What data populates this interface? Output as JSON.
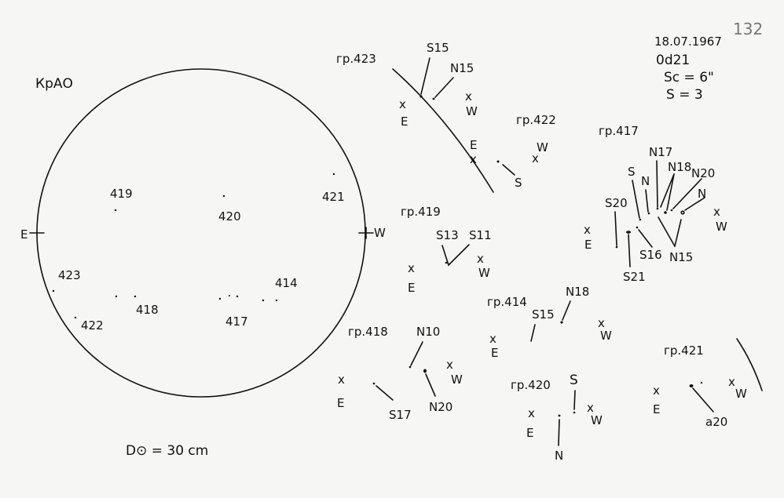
{
  "header": {
    "observatory": "КрАО",
    "date": "18.07.1967",
    "time": "0d21",
    "seeing": "Sс = 6\"",
    "s_value": "S = 3",
    "sheet_number": "132",
    "disk_diameter": "D⊙ = 30 cm"
  },
  "disk": {
    "east": "E",
    "west": "W",
    "groups": [
      "419",
      "420",
      "421",
      "423",
      "422",
      "418",
      "417",
      "414"
    ]
  },
  "groups": {
    "g423": {
      "title": "гр.423",
      "s": "S15",
      "n": "N15",
      "x": "x",
      "e": "E",
      "w": "W"
    },
    "g422": {
      "title": "гр.422",
      "s": "S",
      "x": "x",
      "e": "E",
      "w": "W"
    },
    "g417": {
      "title": "гр.417",
      "s20": "S20",
      "s": "S",
      "n": "N",
      "n17": "N17",
      "n18": "N18",
      "n20": "N20",
      "n2": "N",
      "n15": "N15",
      "s16": "S16",
      "s21": "S21",
      "x": "x",
      "e": "E",
      "w": "W"
    },
    "g419": {
      "title": "гр.419",
      "s13": "S13",
      "s11": "S11",
      "x": "x",
      "e": "E",
      "w": "W"
    },
    "g414": {
      "title": "гр.414",
      "s15": "S15",
      "n18": "N18",
      "x": "x",
      "e": "E",
      "w": "W"
    },
    "g418": {
      "title": "гр.418",
      "n10": "N10",
      "n20": "N20",
      "s17": "S17",
      "x": "x",
      "e": "E",
      "w": "W"
    },
    "g420": {
      "title": "гр.420",
      "s": "S",
      "n": "N",
      "x": "x",
      "e": "E",
      "w": "W"
    },
    "g421": {
      "title": "гр.421",
      "a20": "a20",
      "x": "x",
      "e": "E",
      "w": "W"
    }
  }
}
